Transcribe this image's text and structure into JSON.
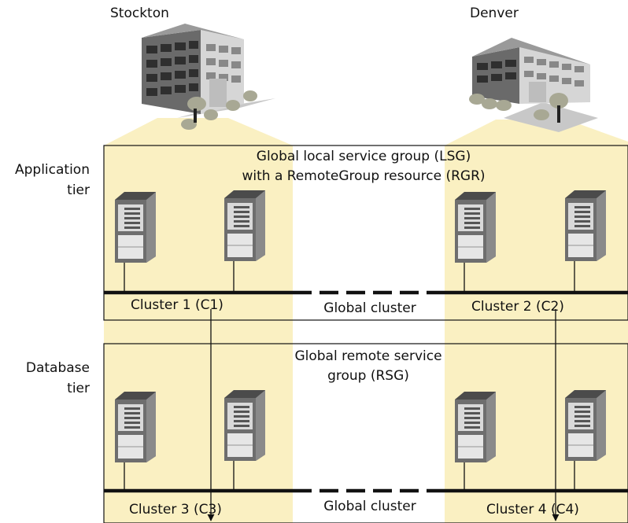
{
  "sites": {
    "left": {
      "name": "Stockton"
    },
    "right": {
      "name": "Denver"
    }
  },
  "tiers": {
    "application": {
      "label_line1": "Application",
      "label_line2": "tier"
    },
    "database": {
      "label_line1": "Database",
      "label_line2": "tier"
    }
  },
  "groups": {
    "lsg": {
      "line1": "Global local service group (LSG)",
      "line2": "with a RemoteGroup resource (RGR)"
    },
    "rsg": {
      "line1": "Global remote service",
      "line2": "group (RSG)"
    }
  },
  "clusters": {
    "c1": "Cluster 1 (C1)",
    "c2": "Cluster 2 (C2)",
    "c3": "Cluster 3 (C3)",
    "c4": "Cluster 4 (C4)"
  },
  "global_cluster": {
    "application": "Global cluster",
    "database": "Global cluster"
  },
  "colors": {
    "highlight": "#faf0c2",
    "line": "#111111",
    "server_body": "#6e6e6e",
    "server_front": "#dcdcdc"
  },
  "icons": [
    "office-building-icon",
    "server-icon"
  ]
}
